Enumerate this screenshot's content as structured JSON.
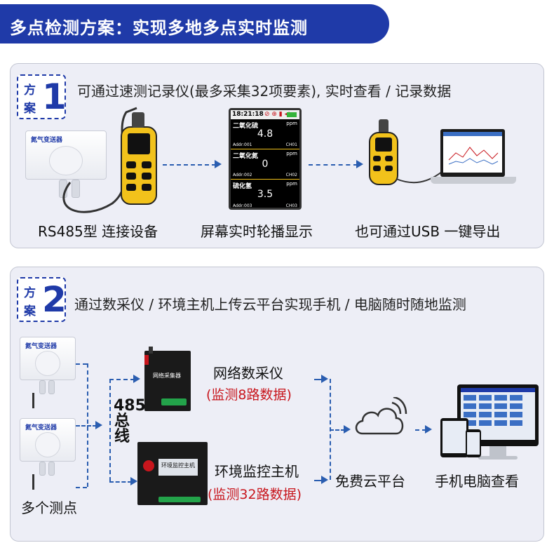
{
  "header": {
    "title": "多点检测方案：实现多地多点实时监测"
  },
  "plan1": {
    "badge_top": "方",
    "badge_bottom": "案",
    "badge_number": "1",
    "description": "可通过速测记录仪(最多采集32项要素), 实时查看 / 记录数据",
    "captions": [
      "RS485型 连接设备",
      "屏幕实时轮播显示",
      "也可通过USB 一键导出"
    ],
    "screen": {
      "time": "18:21:18",
      "channels": [
        {
          "name": "二氧化硫",
          "unit": "ppm",
          "value": "4.8",
          "addr": "Addr:001",
          "ch": "CH01"
        },
        {
          "name": "二氧化氮",
          "unit": "ppm",
          "value": "0",
          "addr": "Addr:002",
          "ch": "CH02"
        },
        {
          "name": "硫化氢",
          "unit": "ppm",
          "value": "3.5",
          "addr": "Addr:003",
          "ch": "CH03"
        }
      ]
    },
    "sensor_brand": "氮气变送器"
  },
  "plan2": {
    "badge_top": "方",
    "badge_bottom": "案",
    "badge_number": "2",
    "description": "通过数采仪 / 环境主机上传云平台实现手机 / 电脑随时随地监测",
    "sensor_brand": "氮气变送器",
    "points_label": "多个测点",
    "bus_label": "485总线",
    "collector": {
      "label": "网络数采仪",
      "sub": "(监测8路数据)",
      "device_text": "网络采集器"
    },
    "host": {
      "label": "环境监控主机",
      "sub": "(监测32路数据)",
      "device_text": "环境监控主机"
    },
    "cloud_label": "免费云平台",
    "view_label": "手机电脑查看"
  }
}
